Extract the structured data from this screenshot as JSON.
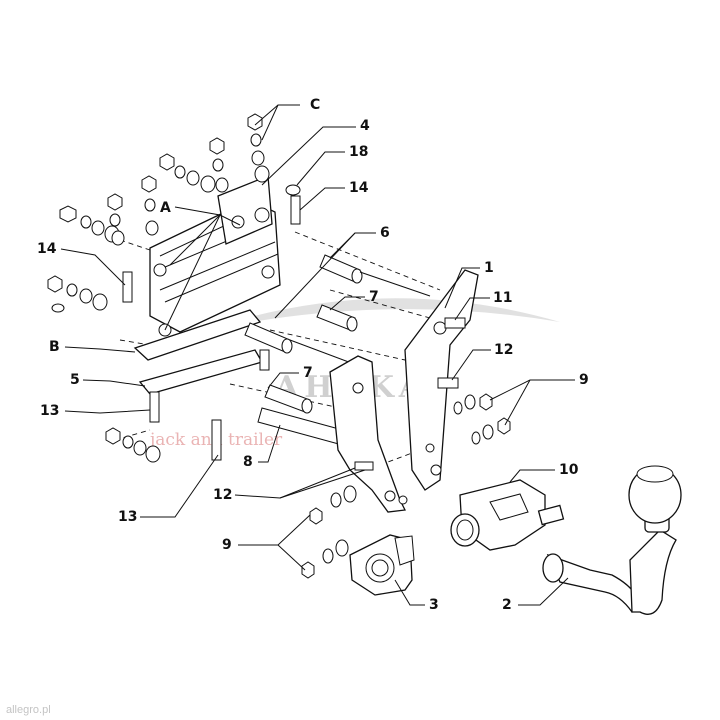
{
  "callouts": {
    "c": "C",
    "n4": "4",
    "n18": "18",
    "n14a": "14",
    "a": "A",
    "n6": "6",
    "n14b": "14",
    "n1": "1",
    "n7a": "7",
    "n11": "11",
    "n12a": "12",
    "b": "B",
    "n9a": "9",
    "n5": "5",
    "n7b": "7",
    "n10": "10",
    "n13a": "13",
    "n8": "8",
    "n12b": "12",
    "n13b": "13",
    "n9b": "9",
    "n3": "3",
    "n2": "2"
  },
  "watermark": {
    "brand": "AHAKA",
    "tagline": "jack and trailer"
  },
  "footer": {
    "credit": "allegro.pl"
  }
}
